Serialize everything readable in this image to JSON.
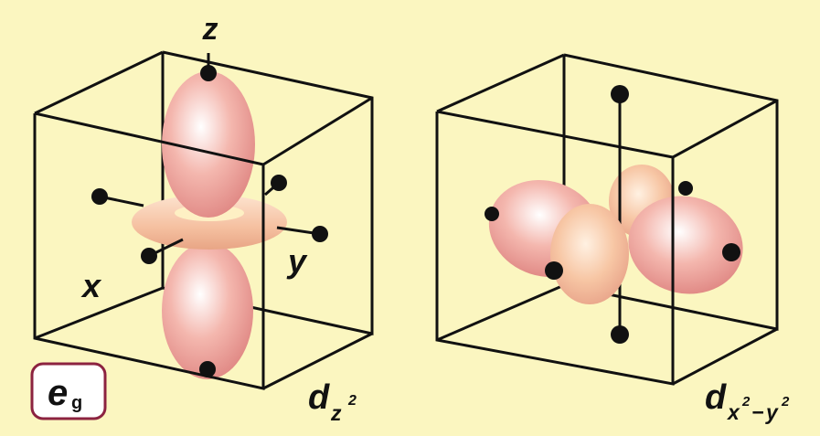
{
  "colors": {
    "background": "#fbf6c0",
    "lobe_dark": "#e98f8c",
    "lobe_light": "#ffffff",
    "torus": "#f6c4a4",
    "line": "#111111",
    "badge_border": "#8c2340"
  },
  "badge": {
    "symbol": "e",
    "subscript": "g"
  },
  "left_panel": {
    "axis_labels": {
      "z": "z",
      "x": "x",
      "y": "y"
    },
    "orbital_label": {
      "main": "d",
      "sub": "z",
      "sup": "2"
    }
  },
  "right_panel": {
    "orbital_label": {
      "main": "d",
      "sub1": "x",
      "sup1": "2",
      "dash": "−",
      "sub2": "y",
      "sup2": "2"
    }
  }
}
